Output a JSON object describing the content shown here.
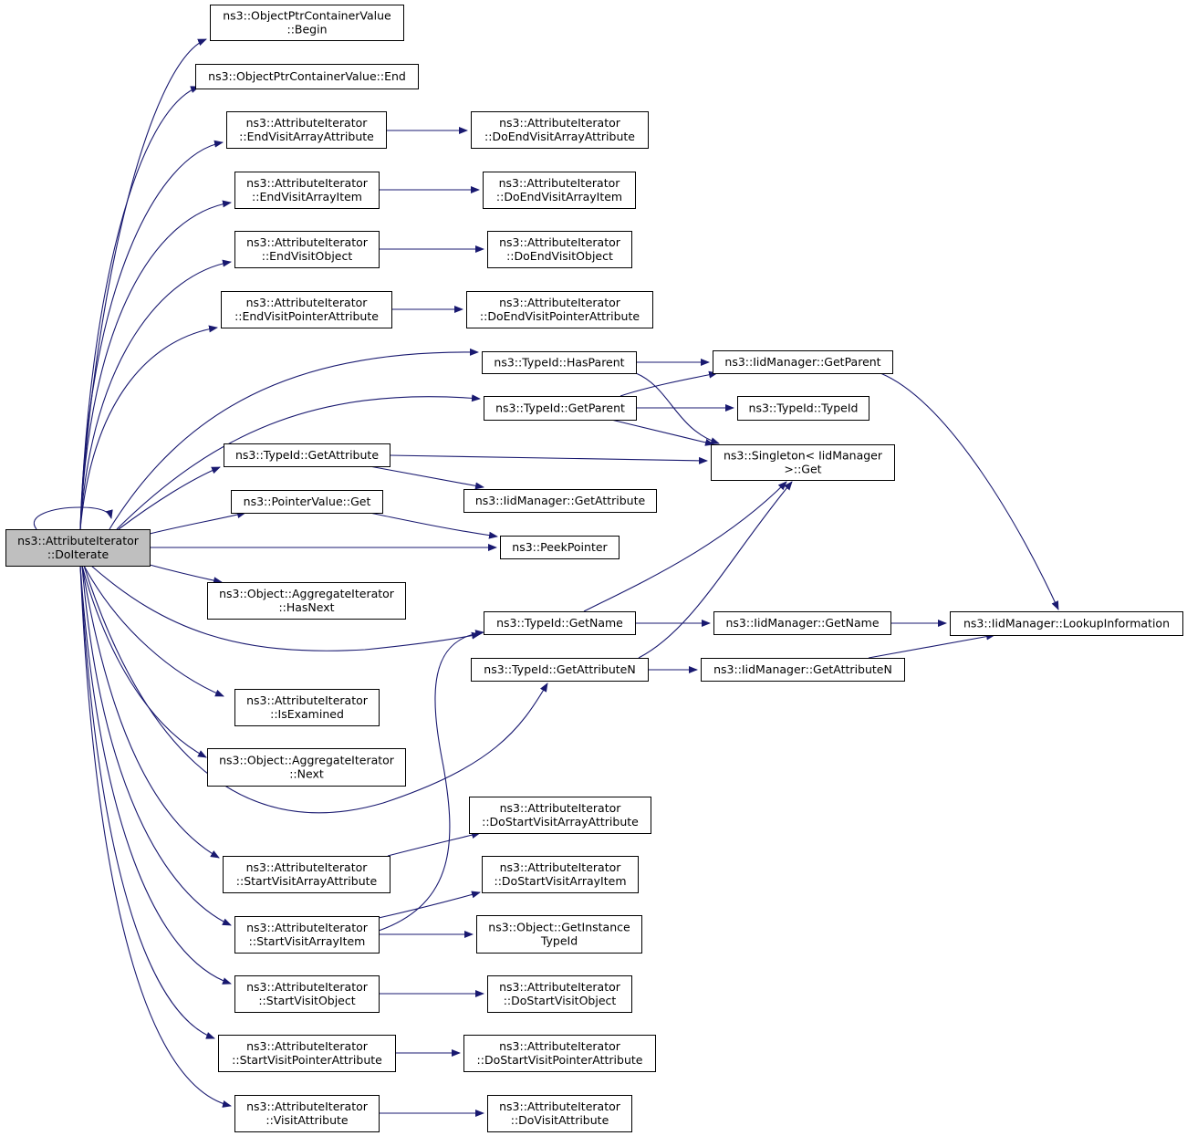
{
  "graph": {
    "edge_color": "#191970",
    "root_fill": "#bfbfbf",
    "node_fill": "#ffffff",
    "root": "do-iterate",
    "nodes": [
      {
        "id": "do-iterate",
        "lines": [
          "ns3::AttributeIterator",
          "::DoIterate"
        ]
      },
      {
        "id": "begin",
        "lines": [
          "ns3::ObjectPtrContainerValue",
          "::Begin"
        ]
      },
      {
        "id": "end",
        "lines": [
          "ns3::ObjectPtrContainerValue::End"
        ]
      },
      {
        "id": "end-visit-array-attribute",
        "lines": [
          "ns3::AttributeIterator",
          "::EndVisitArrayAttribute"
        ]
      },
      {
        "id": "do-end-visit-array-attribute",
        "lines": [
          "ns3::AttributeIterator",
          "::DoEndVisitArrayAttribute"
        ]
      },
      {
        "id": "end-visit-array-item",
        "lines": [
          "ns3::AttributeIterator",
          "::EndVisitArrayItem"
        ]
      },
      {
        "id": "do-end-visit-array-item",
        "lines": [
          "ns3::AttributeIterator",
          "::DoEndVisitArrayItem"
        ]
      },
      {
        "id": "end-visit-object",
        "lines": [
          "ns3::AttributeIterator",
          "::EndVisitObject"
        ]
      },
      {
        "id": "do-end-visit-object",
        "lines": [
          "ns3::AttributeIterator",
          "::DoEndVisitObject"
        ]
      },
      {
        "id": "end-visit-pointer-attribute",
        "lines": [
          "ns3::AttributeIterator",
          "::EndVisitPointerAttribute"
        ]
      },
      {
        "id": "do-end-visit-pointer-attribute",
        "lines": [
          "ns3::AttributeIterator",
          "::DoEndVisitPointerAttribute"
        ]
      },
      {
        "id": "typeid-has-parent",
        "lines": [
          "ns3::TypeId::HasParent"
        ]
      },
      {
        "id": "iid-get-parent",
        "lines": [
          "ns3::IidManager::GetParent"
        ]
      },
      {
        "id": "typeid-get-parent",
        "lines": [
          "ns3::TypeId::GetParent"
        ]
      },
      {
        "id": "typeid-typeid",
        "lines": [
          "ns3::TypeId::TypeId"
        ]
      },
      {
        "id": "singleton-get",
        "lines": [
          "ns3::Singleton< IidManager",
          ">::Get"
        ]
      },
      {
        "id": "typeid-get-attribute",
        "lines": [
          "ns3::TypeId::GetAttribute"
        ]
      },
      {
        "id": "iid-get-attribute",
        "lines": [
          "ns3::IidManager::GetAttribute"
        ]
      },
      {
        "id": "pointer-value-get",
        "lines": [
          "ns3::PointerValue::Get"
        ]
      },
      {
        "id": "peek-pointer",
        "lines": [
          "ns3::PeekPointer"
        ]
      },
      {
        "id": "aggregate-has-next",
        "lines": [
          "ns3::Object::AggregateIterator",
          "::HasNext"
        ]
      },
      {
        "id": "typeid-get-name",
        "lines": [
          "ns3::TypeId::GetName"
        ]
      },
      {
        "id": "iid-get-name",
        "lines": [
          "ns3::IidManager::GetName"
        ]
      },
      {
        "id": "iid-lookup-information",
        "lines": [
          "ns3::IidManager::LookupInformation"
        ]
      },
      {
        "id": "typeid-get-attribute-n",
        "lines": [
          "ns3::TypeId::GetAttributeN"
        ]
      },
      {
        "id": "iid-get-attribute-n",
        "lines": [
          "ns3::IidManager::GetAttributeN"
        ]
      },
      {
        "id": "is-examined",
        "lines": [
          "ns3::AttributeIterator",
          "::IsExamined"
        ]
      },
      {
        "id": "aggregate-next",
        "lines": [
          "ns3::Object::AggregateIterator",
          "::Next"
        ]
      },
      {
        "id": "do-start-visit-array-attribute",
        "lines": [
          "ns3::AttributeIterator",
          "::DoStartVisitArrayAttribute"
        ]
      },
      {
        "id": "start-visit-array-attribute",
        "lines": [
          "ns3::AttributeIterator",
          "::StartVisitArrayAttribute"
        ]
      },
      {
        "id": "do-start-visit-array-item",
        "lines": [
          "ns3::AttributeIterator",
          "::DoStartVisitArrayItem"
        ]
      },
      {
        "id": "start-visit-array-item",
        "lines": [
          "ns3::AttributeIterator",
          "::StartVisitArrayItem"
        ]
      },
      {
        "id": "get-instance-typeid",
        "lines": [
          "ns3::Object::GetInstance",
          "TypeId"
        ]
      },
      {
        "id": "start-visit-object",
        "lines": [
          "ns3::AttributeIterator",
          "::StartVisitObject"
        ]
      },
      {
        "id": "do-start-visit-object",
        "lines": [
          "ns3::AttributeIterator",
          "::DoStartVisitObject"
        ]
      },
      {
        "id": "start-visit-pointer-attribute",
        "lines": [
          "ns3::AttributeIterator",
          "::StartVisitPointerAttribute"
        ]
      },
      {
        "id": "do-start-visit-pointer-attribute",
        "lines": [
          "ns3::AttributeIterator",
          "::DoStartVisitPointerAttribute"
        ]
      },
      {
        "id": "visit-attribute",
        "lines": [
          "ns3::AttributeIterator",
          "::VisitAttribute"
        ]
      },
      {
        "id": "do-visit-attribute",
        "lines": [
          "ns3::AttributeIterator",
          "::DoVisitAttribute"
        ]
      }
    ],
    "edges": [
      {
        "from": "do-iterate",
        "to": "do-iterate"
      },
      {
        "from": "do-iterate",
        "to": "begin"
      },
      {
        "from": "do-iterate",
        "to": "end"
      },
      {
        "from": "do-iterate",
        "to": "end-visit-array-attribute"
      },
      {
        "from": "do-iterate",
        "to": "end-visit-array-item"
      },
      {
        "from": "do-iterate",
        "to": "end-visit-object"
      },
      {
        "from": "do-iterate",
        "to": "end-visit-pointer-attribute"
      },
      {
        "from": "do-iterate",
        "to": "typeid-has-parent"
      },
      {
        "from": "do-iterate",
        "to": "typeid-get-parent"
      },
      {
        "from": "do-iterate",
        "to": "typeid-get-attribute"
      },
      {
        "from": "do-iterate",
        "to": "pointer-value-get"
      },
      {
        "from": "do-iterate",
        "to": "peek-pointer"
      },
      {
        "from": "do-iterate",
        "to": "aggregate-has-next"
      },
      {
        "from": "do-iterate",
        "to": "typeid-get-name"
      },
      {
        "from": "do-iterate",
        "to": "typeid-get-attribute-n"
      },
      {
        "from": "do-iterate",
        "to": "is-examined"
      },
      {
        "from": "do-iterate",
        "to": "aggregate-next"
      },
      {
        "from": "do-iterate",
        "to": "start-visit-array-attribute"
      },
      {
        "from": "do-iterate",
        "to": "start-visit-array-item"
      },
      {
        "from": "do-iterate",
        "to": "start-visit-object"
      },
      {
        "from": "do-iterate",
        "to": "start-visit-pointer-attribute"
      },
      {
        "from": "do-iterate",
        "to": "visit-attribute"
      },
      {
        "from": "end-visit-array-attribute",
        "to": "do-end-visit-array-attribute"
      },
      {
        "from": "end-visit-array-item",
        "to": "do-end-visit-array-item"
      },
      {
        "from": "end-visit-object",
        "to": "do-end-visit-object"
      },
      {
        "from": "end-visit-pointer-attribute",
        "to": "do-end-visit-pointer-attribute"
      },
      {
        "from": "typeid-has-parent",
        "to": "iid-get-parent"
      },
      {
        "from": "typeid-has-parent",
        "to": "singleton-get"
      },
      {
        "from": "typeid-get-parent",
        "to": "iid-get-parent"
      },
      {
        "from": "typeid-get-parent",
        "to": "typeid-typeid"
      },
      {
        "from": "typeid-get-parent",
        "to": "singleton-get"
      },
      {
        "from": "iid-get-parent",
        "to": "iid-lookup-information"
      },
      {
        "from": "typeid-get-attribute",
        "to": "singleton-get"
      },
      {
        "from": "typeid-get-attribute",
        "to": "iid-get-attribute"
      },
      {
        "from": "pointer-value-get",
        "to": "peek-pointer"
      },
      {
        "from": "typeid-get-name",
        "to": "singleton-get"
      },
      {
        "from": "typeid-get-name",
        "to": "iid-get-name"
      },
      {
        "from": "iid-get-name",
        "to": "iid-lookup-information"
      },
      {
        "from": "typeid-get-attribute-n",
        "to": "singleton-get"
      },
      {
        "from": "typeid-get-attribute-n",
        "to": "iid-get-attribute-n"
      },
      {
        "from": "iid-get-attribute-n",
        "to": "iid-lookup-information"
      },
      {
        "from": "start-visit-array-attribute",
        "to": "do-start-visit-array-attribute"
      },
      {
        "from": "start-visit-array-item",
        "to": "do-start-visit-array-item"
      },
      {
        "from": "start-visit-array-item",
        "to": "get-instance-typeid"
      },
      {
        "from": "start-visit-array-item",
        "to": "typeid-get-name"
      },
      {
        "from": "start-visit-object",
        "to": "do-start-visit-object"
      },
      {
        "from": "start-visit-pointer-attribute",
        "to": "do-start-visit-pointer-attribute"
      },
      {
        "from": "visit-attribute",
        "to": "do-visit-attribute"
      }
    ]
  }
}
